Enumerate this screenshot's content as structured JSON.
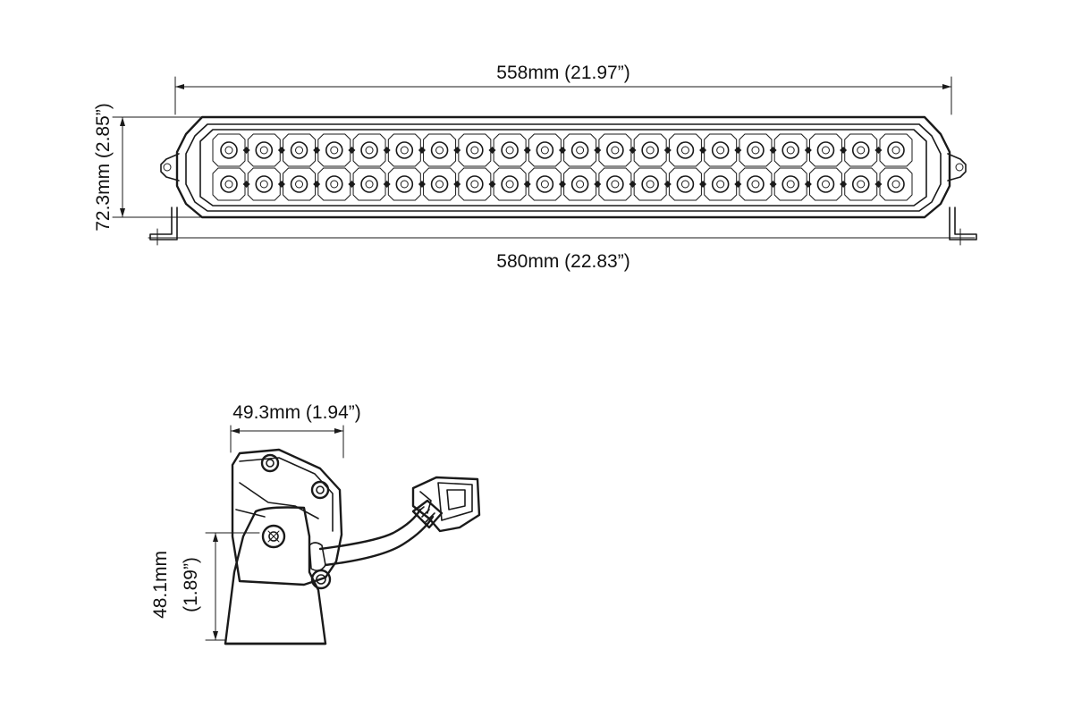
{
  "dimensions": {
    "overall_width": "558mm (21.97”)",
    "mounting_width": "580mm (22.83”)",
    "height": "72.3mm (2.85”)",
    "depth": "49.3mm (1.94”)",
    "bracket_height_line1": "48.1mm",
    "bracket_height_line2": "(1.89”)"
  },
  "led_rows": 2,
  "leds_per_row": 20
}
